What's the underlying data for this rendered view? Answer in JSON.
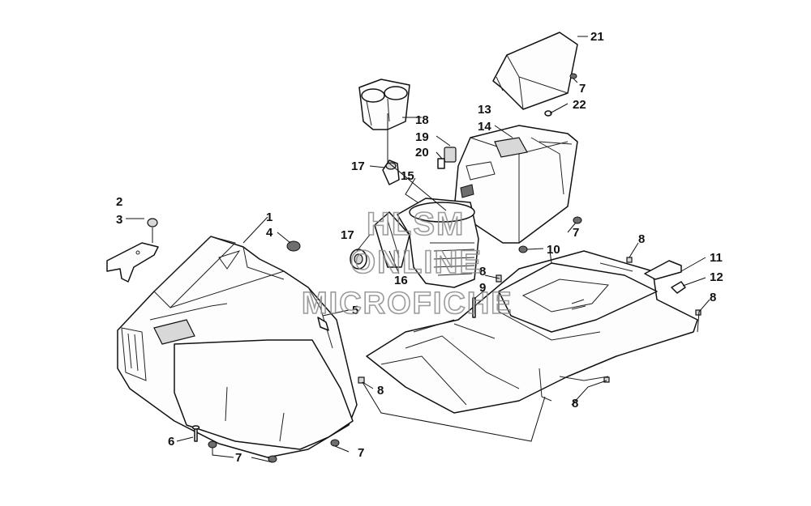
{
  "watermark": {
    "line1": "HLSM",
    "line2": "ONLINE",
    "line3": "MICROFICHE"
  },
  "callouts": {
    "c1": "1",
    "c2": "2",
    "c3": "3",
    "c4": "4",
    "c5": "5",
    "c6": "6",
    "c7a": "7",
    "c7b": "7",
    "c7c": "7",
    "c7d": "7",
    "c8a": "8",
    "c8b": "8",
    "c8c": "8",
    "c8d": "8",
    "c8e": "8",
    "c9": "9",
    "c10": "10",
    "c11": "11",
    "c12": "12",
    "c13": "13",
    "c14": "14",
    "c15": "15",
    "c16": "16",
    "c17a": "17",
    "c17b": "17",
    "c18": "18",
    "c19": "19",
    "c20": "20",
    "c21": "21",
    "c22": "22"
  }
}
